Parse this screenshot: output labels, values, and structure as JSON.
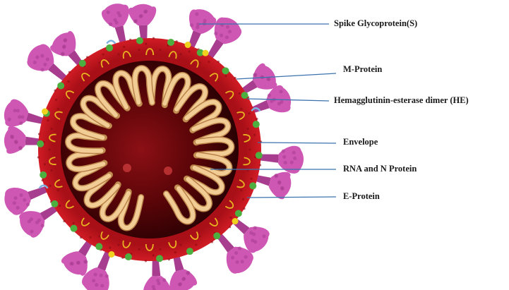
{
  "labels": {
    "spike": "Spike Glycoprotein(S)",
    "m_protein": "M-Protein",
    "he_dimer": "Hemagglutinin-esterase dimer (HE)",
    "envelope": "Envelope",
    "rna_n": "RNA and N Protein",
    "e_protein": "E-Protein"
  },
  "colors": {
    "spike": "#cf57b4",
    "spike_dark": "#a83d8f",
    "envelope": "#c01620",
    "interior_dark": "#3a0204",
    "interior_mid": "#7a0a0e",
    "rna_coil": "#f2cc95",
    "rna_edge": "#b98248",
    "m_protein": "#4caf3f",
    "e_protein": "#f0d21e",
    "he": "#7fb2de",
    "leader_line": "#3b73ad"
  }
}
